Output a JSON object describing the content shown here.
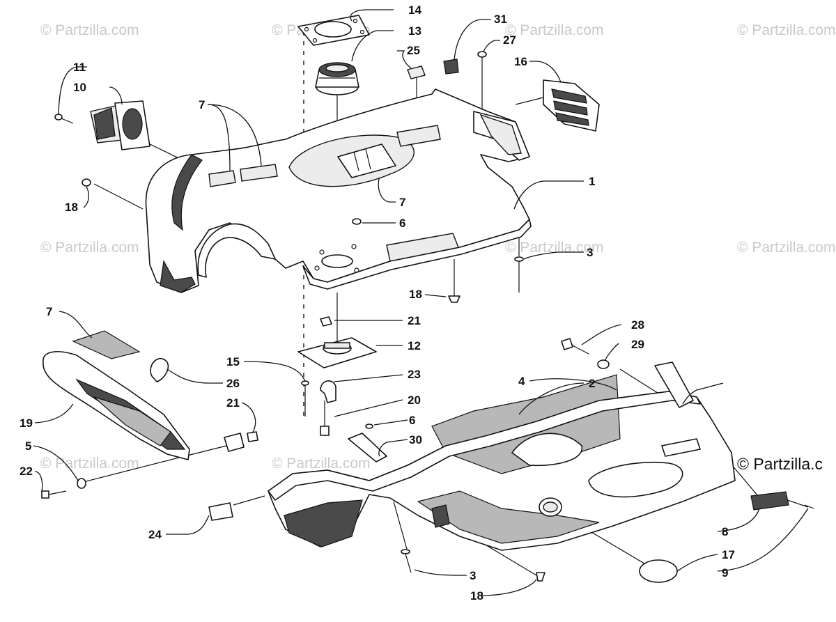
{
  "watermarks": {
    "faint": "© Partzilla.com",
    "corner": "© Partzilla.c"
  },
  "callouts": {
    "c1": "1",
    "c2": "2",
    "c3a": "3",
    "c3b": "3",
    "c4": "4",
    "c5": "5",
    "c6a": "6",
    "c6b": "6",
    "c7a": "7",
    "c7b": "7",
    "c7c": "7",
    "c8": "8",
    "c9": "9",
    "c10": "10",
    "c11": "11",
    "c12": "12",
    "c13": "13",
    "c14": "14",
    "c15": "15",
    "c16": "16",
    "c17": "17",
    "c18a": "18",
    "c18b": "18",
    "c18c": "18",
    "c19": "19",
    "c20": "20",
    "c21a": "21",
    "c21b": "21",
    "c22": "22",
    "c23": "23",
    "c24": "24",
    "c25": "25",
    "c26": "26",
    "c27": "27",
    "c28": "28",
    "c29": "29",
    "c30": "30",
    "c31": "31"
  }
}
